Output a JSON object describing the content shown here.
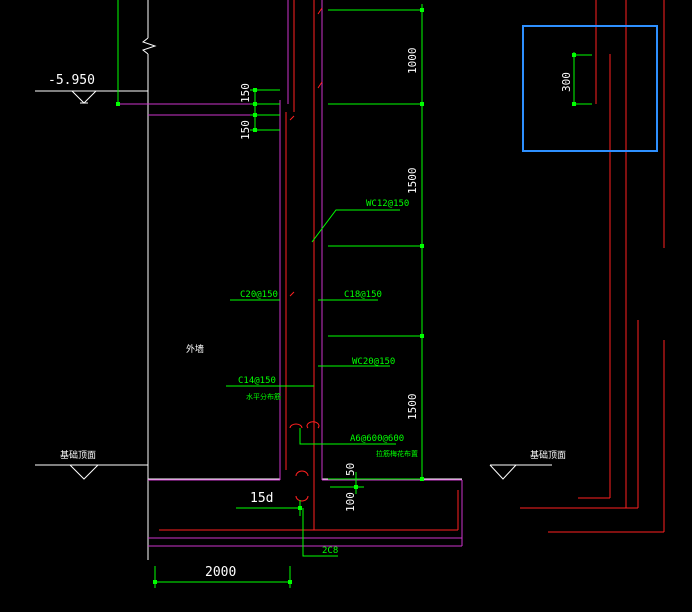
{
  "colors": {
    "background": "#000000",
    "line_white": "#ffffff",
    "line_green": "#00ff00",
    "line_magenta": "#cc33cc",
    "line_red": "#ff2020",
    "selection_blue": "#2e90ff"
  },
  "labels": {
    "elevation": "-5.950",
    "dim_150_top": "150",
    "dim_150_bottom": "150",
    "dim_1000": "1000",
    "dim_1500_upper": "1500",
    "dim_1500_lower": "1500",
    "dim_50": "50",
    "dim_100": "100",
    "dim_15d": "15d",
    "dim_2000": "2000",
    "dim_300": "300",
    "rebar_wc12": "WC12@150",
    "rebar_c20_left": "C20@150",
    "rebar_c18": "C18@150",
    "rebar_wc20": "WC20@150",
    "rebar_c14": "C14@150",
    "rebar_a6": "A6@600@600",
    "rebar_2c8": "2C8",
    "note_wall": "外墙",
    "note_c14": "水平分布筋",
    "note_a6": "拉筋梅花布置",
    "note_ground_left": "基础顶面",
    "note_ground_right": "基础顶面"
  }
}
